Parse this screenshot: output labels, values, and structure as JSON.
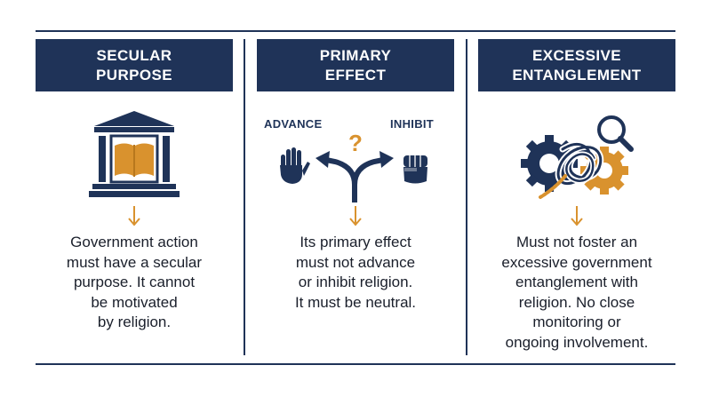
{
  "panels": [
    {
      "title_lines": [
        "SECULAR",
        "PURPOSE"
      ],
      "description_lines": [
        "Government action",
        "must have a secular",
        "purpose. It cannot",
        "be motivated",
        "by religion."
      ],
      "icon": "government-building-with-book-icon"
    },
    {
      "title_lines": [
        "PRIMARY",
        "EFFECT"
      ],
      "description_lines": [
        "Its primary effect",
        "must not advance",
        "or inhibit religion.",
        "It must be neutral."
      ],
      "icon": "forked-arrow-question-icon",
      "left_label": "ADVANCE",
      "right_label": "INHIBIT"
    },
    {
      "title_lines": [
        "EXCESSIVE",
        "ENTANGLEMENT"
      ],
      "description_lines": [
        "Must not foster an",
        "excessive government",
        "entanglement with",
        "religion. No close",
        "monitoring or",
        "ongoing involvement."
      ],
      "icon": "tangled-gears-magnifier-icon"
    }
  ],
  "colors": {
    "navy": "#1f3358",
    "gold": "#d9922e",
    "text": "#1a1f2b"
  }
}
